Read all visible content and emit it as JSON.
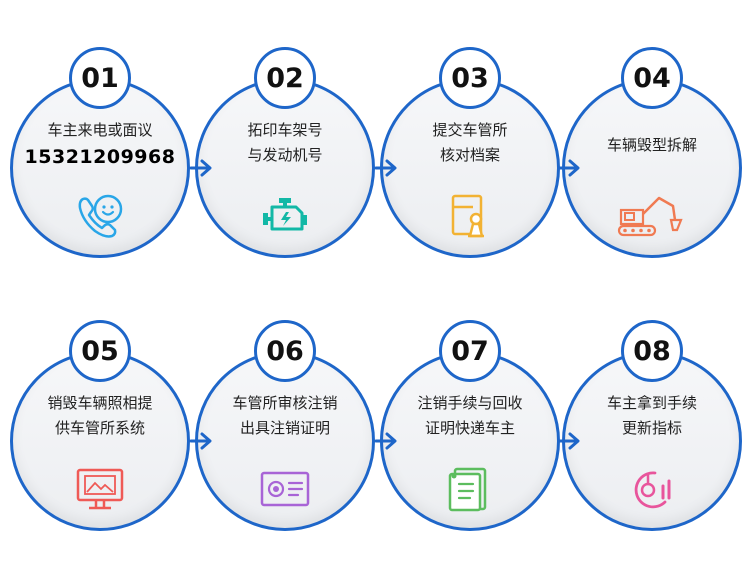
{
  "steps": [
    {
      "num": "01",
      "line1": "车主来电或面议",
      "line2": "15321209968"
    },
    {
      "num": "02",
      "line1": "拓印车架号",
      "line2": "与发动机号"
    },
    {
      "num": "03",
      "line1": "提交车管所",
      "line2": "核对档案"
    },
    {
      "num": "04",
      "line1": "车辆毁型拆解",
      "line2": ""
    },
    {
      "num": "05",
      "line1": "销毁车辆照相提",
      "line2": "供车管所系统"
    },
    {
      "num": "06",
      "line1": "车管所审核注销",
      "line2": "出具注销证明"
    },
    {
      "num": "07",
      "line1": "注销手续与回收",
      "line2": "证明快递车主"
    },
    {
      "num": "08",
      "line1": "车主拿到手续",
      "line2": "更新指标"
    }
  ],
  "colors": {
    "ring": "#1e66c9",
    "phone_icon": "#29a6e8",
    "engine_icon": "#12b8a6",
    "file_icon": "#f2b233",
    "excavator_icon": "#f07a52",
    "monitor_icon": "#ef5a56",
    "certificate_icon": "#a864d6",
    "document_icon": "#5cbd5e",
    "chart_icon": "#e8559c"
  },
  "icons": [
    "phone-icon",
    "engine-icon",
    "file-icon",
    "excavator-icon",
    "monitor-icon",
    "certificate-icon",
    "document-icon",
    "chart-icon"
  ]
}
